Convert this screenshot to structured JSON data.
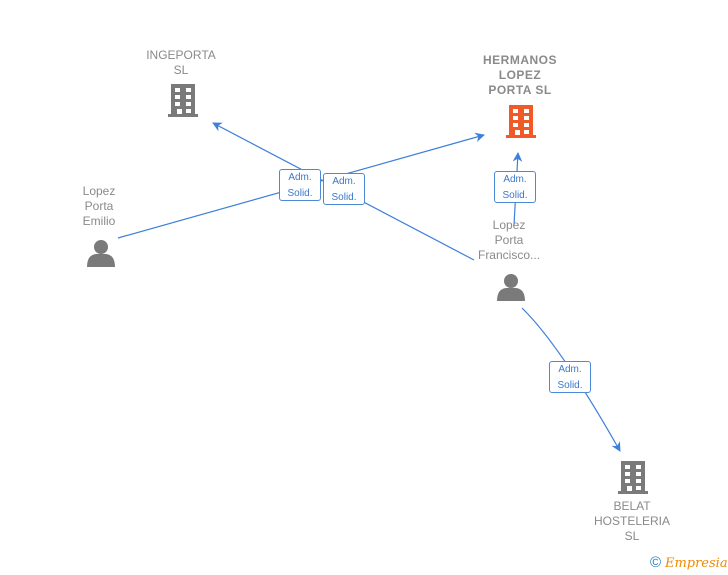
{
  "nodes": [
    {
      "id": "ingeporta",
      "type": "company",
      "label": "INGEPORTA\nSL",
      "highlight": false
    },
    {
      "id": "hermanos",
      "type": "company",
      "label": "HERMANOS\nLOPEZ\nPORTA  SL",
      "highlight": true
    },
    {
      "id": "emilio",
      "type": "person",
      "label": "Lopez\nPorta\nEmilio"
    },
    {
      "id": "francisco",
      "type": "person",
      "label": "Lopez\nPorta\nFrancisco..."
    },
    {
      "id": "belat",
      "type": "company",
      "label": "BELAT\nHOSTELERIA\nSL",
      "highlight": false
    }
  ],
  "edges": [
    {
      "from": "emilio",
      "to": "hermanos",
      "label_line1": "Adm.",
      "label_line2": "Solid."
    },
    {
      "from": "francisco",
      "to": "ingeporta",
      "label_line1": "Adm.",
      "label_line2": "Solid."
    },
    {
      "from": "francisco",
      "to": "hermanos",
      "label_line1": "Adm.",
      "label_line2": "Solid."
    },
    {
      "from": "francisco",
      "to": "belat",
      "label_line1": "Adm.",
      "label_line2": "Solid."
    }
  ],
  "colors": {
    "edge": "#3d7fd9",
    "company": "#7a7a7a",
    "company_highlight": "#f05a28",
    "person": "#7a7a7a",
    "text": "#8a8a8a"
  },
  "brand": {
    "copyright_symbol": "©",
    "name": "Empresia"
  }
}
